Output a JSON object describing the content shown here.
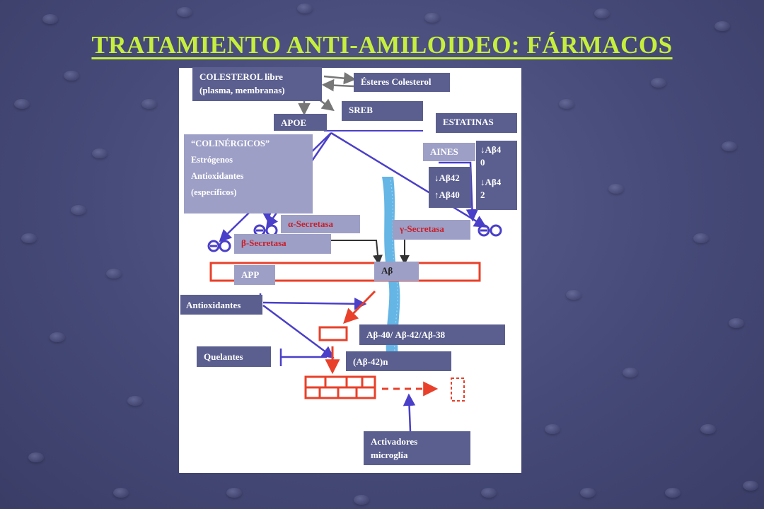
{
  "title": "TRATAMIENTO ANTI-AMILOIDEO: FÁRMACOS",
  "labels": {
    "colesterol_line1": "COLESTEROL libre",
    "colesterol_line2": "(plasma, membranas)",
    "esteres": "Ésteres Colesterol",
    "sreb": "SREB",
    "apoe": "APOE",
    "estatinas": "ESTATINAS",
    "colinergicos": "“COLINÉRGICOS”",
    "estrogenos": "Estrógenos",
    "antioxidantes_list": "Antioxidantes",
    "especificos": "(específicos)",
    "aines": "AINES",
    "ab40_down_a": "↓Aβ4",
    "ab40_down_b": "0",
    "ab42_down_a": "↓Aβ4",
    "ab42_down_b": "2",
    "ab42_down": "↓Aβ42",
    "ab40_up": "↑Aβ40",
    "alpha_secretasa": "α-Secretasa",
    "beta_secretasa": "β-Secretasa",
    "gamma_secretasa": "γ-Secretasa",
    "app": "APP",
    "ab": "Aβ",
    "antioxidantes": "Antioxidantes",
    "ab_forms": "Aβ-40/ Aβ-42/Aβ-38",
    "quelantes": "Quelantes",
    "ab42n": "(Aβ-42)n",
    "activadores_line1": "Activadores",
    "activadores_line2": "microglía"
  },
  "colors": {
    "background": "#464a78",
    "title": "#c6ef3c",
    "box": "#5b5f8f",
    "box_light": "#9d9fc6",
    "arrow_blue": "#4a3fc8",
    "arrow_red": "#e8402a",
    "membrane": "#4aa8e0"
  }
}
